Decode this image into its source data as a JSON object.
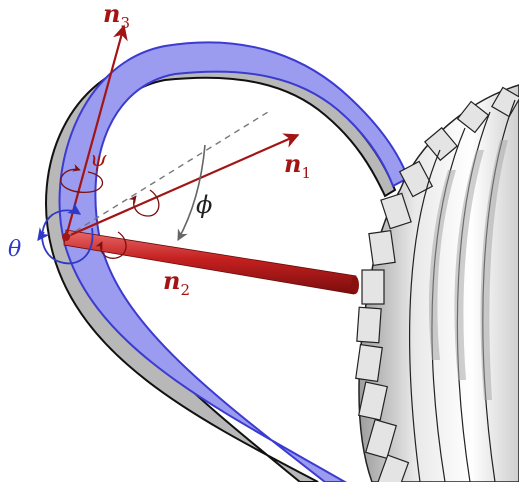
{
  "labels": {
    "n1": {
      "symbol": "n",
      "sub": "1"
    },
    "n2": {
      "symbol": "n",
      "sub": "2"
    },
    "n3": {
      "symbol": "n",
      "sub": "3"
    },
    "phi": "ϕ",
    "psi": "ψ",
    "theta": "θ"
  },
  "colors": {
    "axis_red": "#a31515",
    "ribbon_blue": "#9b9bf0",
    "ribbon_edge": "#3b3bd0",
    "ribbon_gray": "#b8b8b8",
    "rod_red": "#c52020",
    "theta_blue": "#2f39c8",
    "phi_gray": "#666666",
    "drum_gray": "#d8d8d8"
  },
  "elements": [
    "bent-ribbon",
    "director-rod",
    "cylindrical-drum",
    "frame-axes",
    "rotation-angle-arrows"
  ]
}
